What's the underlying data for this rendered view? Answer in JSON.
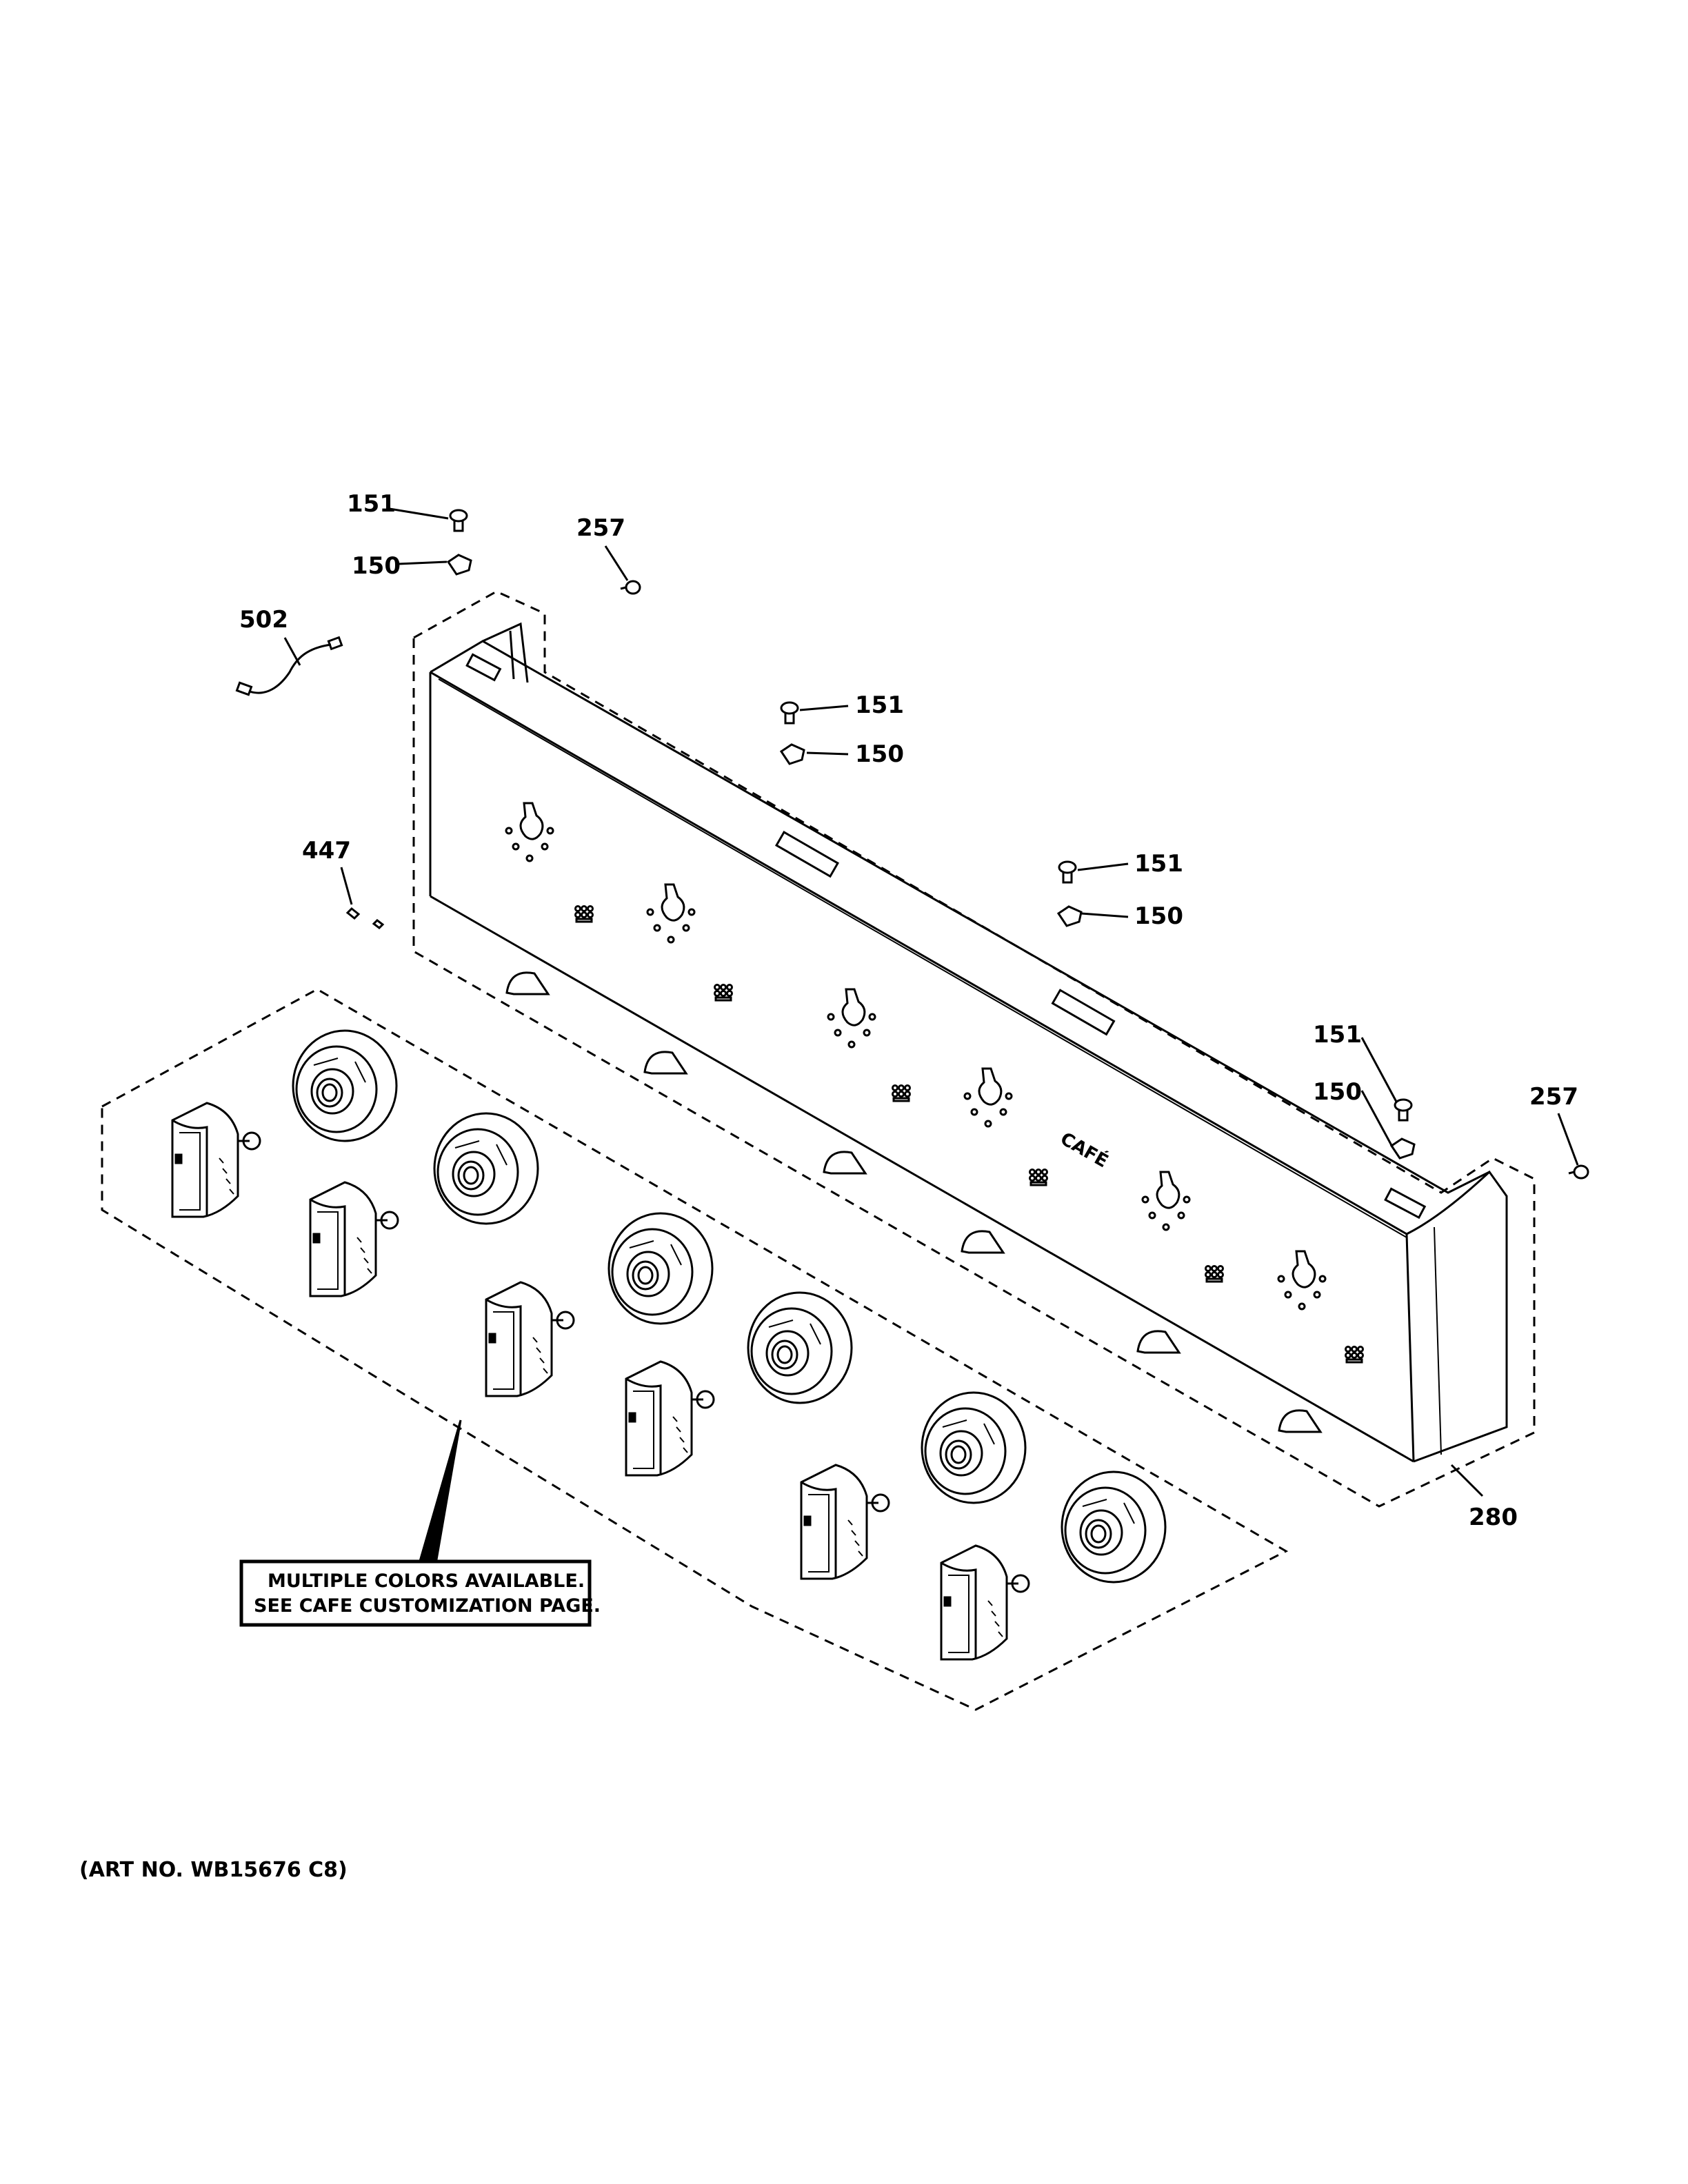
{
  "callouts": {
    "c151a": "151",
    "c150a": "150",
    "c257a": "257",
    "c502": "502",
    "c151b": "151",
    "c150b": "150",
    "c447": "447",
    "c151c": "151",
    "c150c": "150",
    "c151d": "151",
    "c150d": "150",
    "c257b": "257",
    "c280": "280"
  },
  "panel": {
    "brand": "CAFÉ",
    "burner_marks": "ooo"
  },
  "note": {
    "line1": "MULTIPLE COLORS AVAILABLE.",
    "line2": "SEE CAFE CUSTOMIZATION PAGE."
  },
  "art_number": "(ART NO. WB15676 C8)"
}
